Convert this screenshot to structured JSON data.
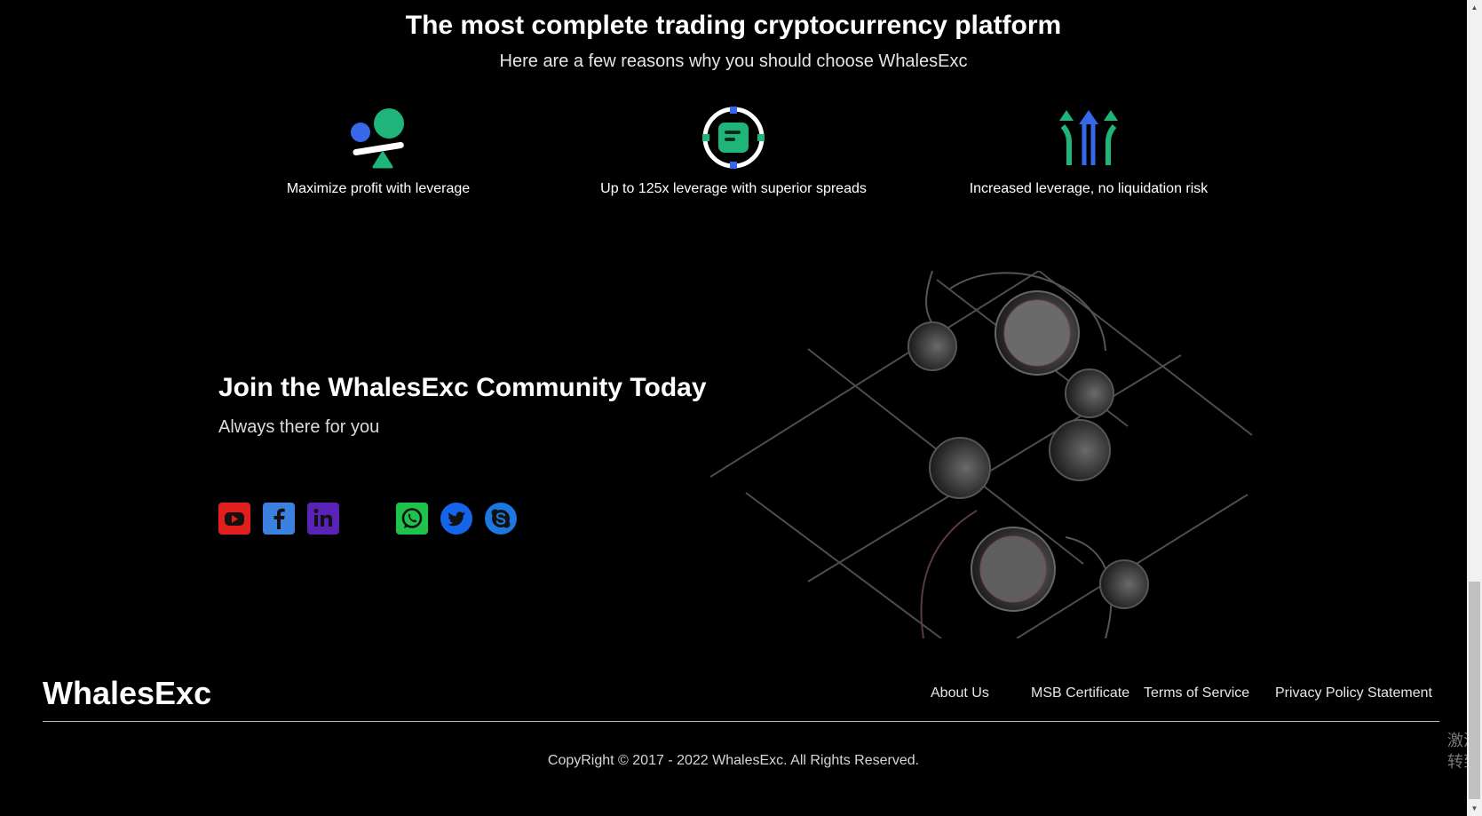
{
  "hero": {
    "title": "The most complete trading cryptocurrency platform",
    "subtitle": "Here are a few reasons why you should choose WhalesExc"
  },
  "features": [
    {
      "icon": "shapes-balance-icon",
      "label": "Maximize profit with leverage"
    },
    {
      "icon": "target-document-icon",
      "label": "Up to 125x leverage with superior spreads"
    },
    {
      "icon": "up-arrows-icon",
      "label": "Increased leverage, no liquidation risk"
    }
  ],
  "community": {
    "title": "Join the WhalesExc Community Today",
    "subtitle": "Always there for you",
    "socials": [
      {
        "name": "youtube-icon",
        "color": "#e41d1d"
      },
      {
        "name": "facebook-icon",
        "color": "#3b82e0"
      },
      {
        "name": "linkedin-icon",
        "color": "#5b22b8"
      },
      {
        "name": "whatsapp-icon",
        "color": "#1fc24a"
      },
      {
        "name": "twitter-icon",
        "color": "#1465e8"
      },
      {
        "name": "skype-icon",
        "color": "#1b78e0"
      }
    ]
  },
  "footer": {
    "brand": "WhalesExc",
    "links": [
      "About Us",
      "MSB Certificate",
      "Terms of Service",
      "Privacy Policy Statement"
    ],
    "copyright": "CopyRight © 2017 - 2022 WhalesExc. All Rights Reserved."
  },
  "watermark": {
    "line1": "激活",
    "line2": "转到"
  },
  "colors": {
    "background": "#000000",
    "accent_green": "#1fb57a",
    "accent_blue": "#3668e8"
  }
}
